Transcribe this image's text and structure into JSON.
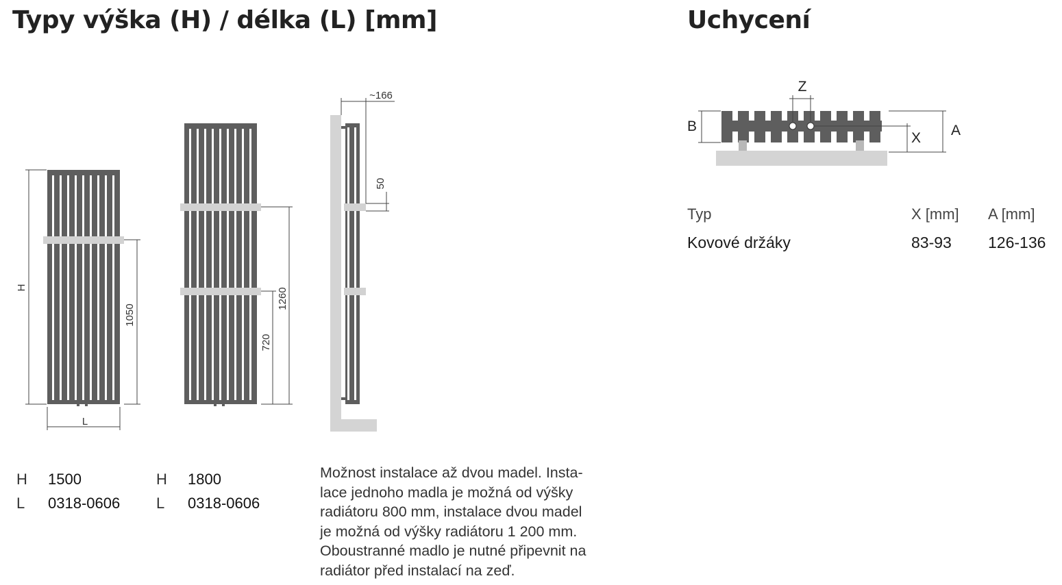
{
  "left_section": {
    "heading": "Typy výška (H) / délka (L) [mm]",
    "diagram_labels": {
      "height": "H",
      "length": "L",
      "handle_height_single": "1050",
      "handle_height_upper": "1260",
      "handle_height_lower": "720",
      "depth": "~166",
      "offset": "50"
    },
    "models": [
      {
        "h_label": "H",
        "h_value": "1500",
        "l_label": "L",
        "l_value": "0318-0606"
      },
      {
        "h_label": "H",
        "h_value": "1800",
        "l_label": "L",
        "l_value": "0318-0606"
      }
    ],
    "note": "Možnost instalace až dvou madel. Insta-\nlace jednoho madla je možná od výšky\nradiátoru 800 mm, instalace dvou madel\nje možná od výšky radiátoru 1 200 mm.\nOboustranné madlo je nutné připevnit na\nradiátor před instalací na zeď."
  },
  "right_section": {
    "heading": "Uchycení",
    "diagram_labels": {
      "z": "Z",
      "b": "B",
      "a": "A",
      "x": "X"
    },
    "table": {
      "headers": [
        "Typ",
        "X [mm]",
        "A [mm]"
      ],
      "rows": [
        [
          "Kovové držáky",
          "83-93",
          "126-136"
        ]
      ]
    }
  },
  "colors": {
    "radiator": "#5e5e5e",
    "handle": "#d2d2d2",
    "wall": "#d4d4d4",
    "dimension_line": "#444444"
  }
}
